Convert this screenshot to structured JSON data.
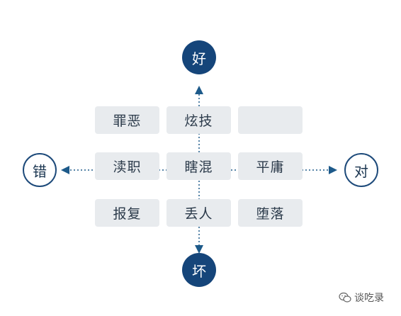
{
  "axis": {
    "top": "好",
    "bottom": "坏",
    "left": "错",
    "right": "对"
  },
  "grid": {
    "rows": [
      [
        "罪恶",
        "炫技",
        ""
      ],
      [
        "渎职",
        "瞎混",
        "平庸"
      ],
      [
        "报复",
        "丢人",
        "堕落"
      ]
    ]
  },
  "watermark": {
    "text": "谈吃录",
    "icon": "wechat-icon"
  },
  "colors": {
    "accent": "#15457a",
    "cell_bg": "#e8ebee",
    "axis_line": "#1d5a8a"
  }
}
